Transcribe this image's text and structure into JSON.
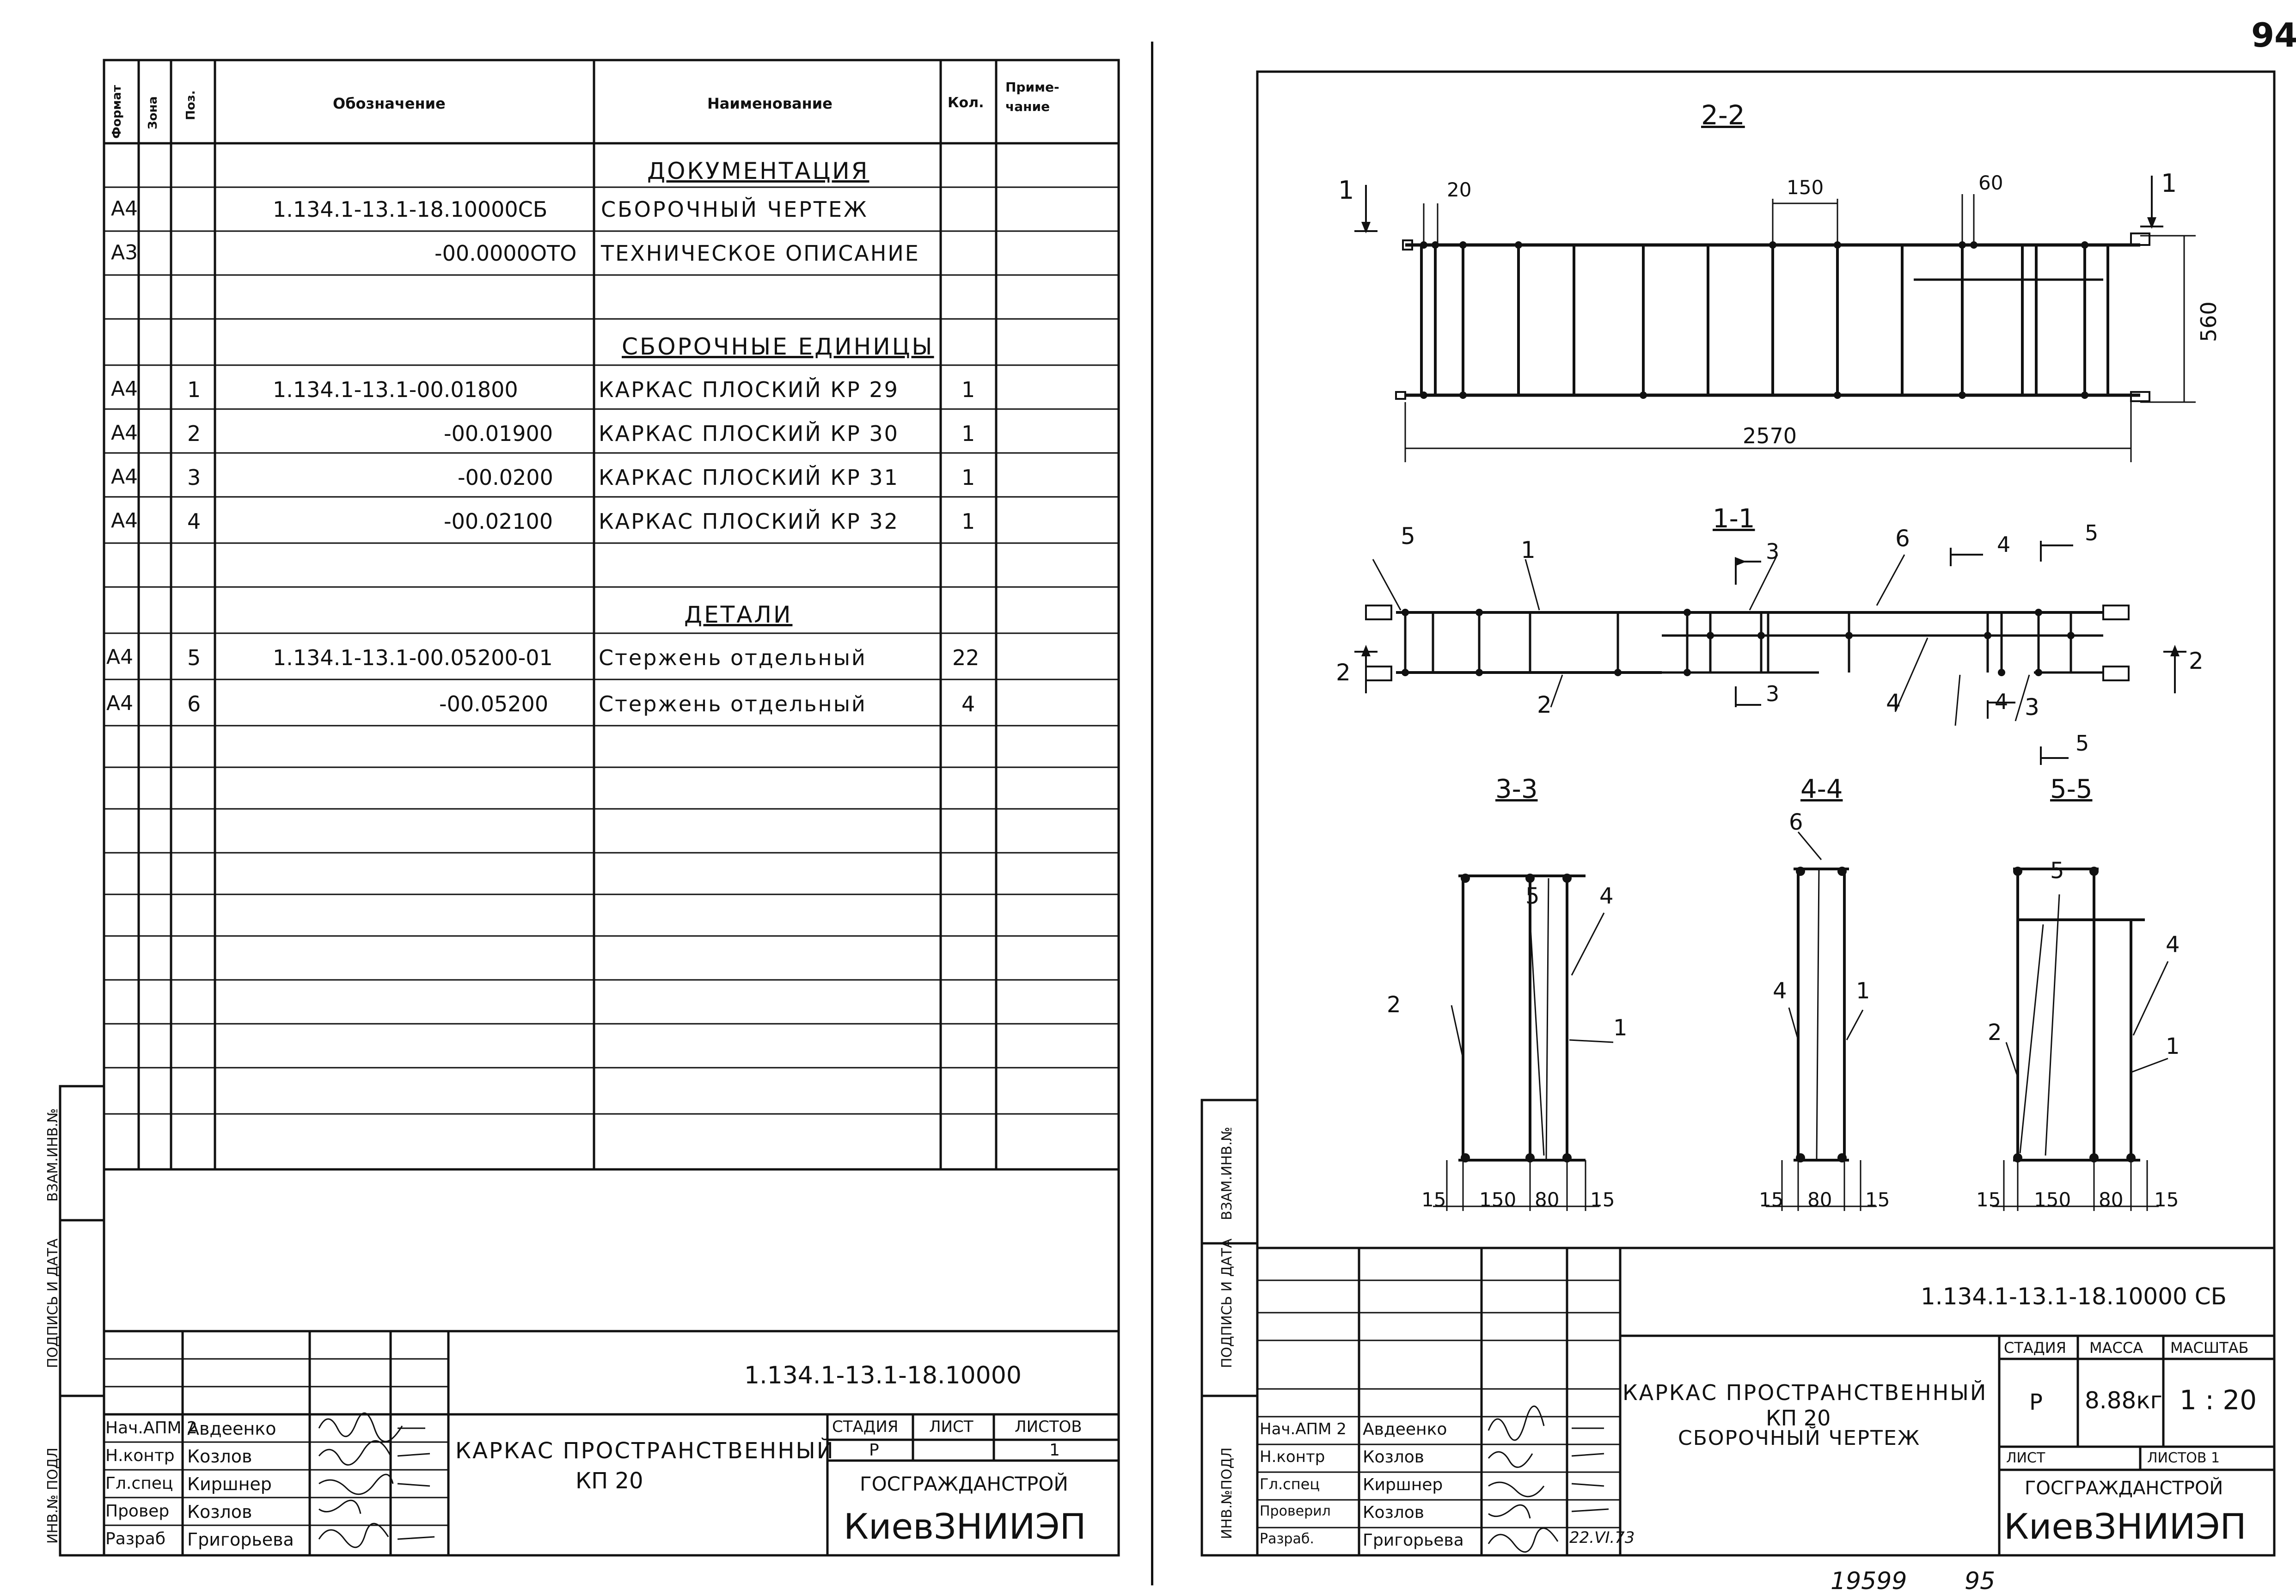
{
  "page_number": "94",
  "footer_numbers": [
    "19599",
    "95"
  ],
  "spec": {
    "headers": {
      "format": "Формат",
      "zone": "Зона",
      "pos": "Поз.",
      "designation": "Обозначение",
      "name": "Наименование",
      "qty": "Кол.",
      "note": "Приме-\nчание"
    },
    "section_documentation": "ДОКУМЕНТАЦИЯ",
    "section_assemblies": "СБОРОЧНЫЕ ЕДИНИЦЫ",
    "section_details": "ДЕТАЛИ",
    "doc_rows": [
      {
        "format": "A4",
        "pos": "",
        "designation": "1.134.1-13.1-18.10000СБ",
        "name": "СБОРОЧНЫЙ ЧЕРТЕЖ",
        "qty": ""
      },
      {
        "format": "A3",
        "pos": "",
        "designation": "-00.0000ОТО",
        "name": "ТЕХНИЧЕСКОЕ ОПИСАНИЕ",
        "qty": ""
      }
    ],
    "assembly_rows": [
      {
        "format": "A4",
        "pos": "1",
        "designation": "1.134.1-13.1-00.01800",
        "name": "КАРКАС ПЛОСКИЙ КР 29",
        "qty": "1"
      },
      {
        "format": "A4",
        "pos": "2",
        "designation": "-00.01900",
        "name": "КАРКАС ПЛОСКИЙ КР 30",
        "qty": "1"
      },
      {
        "format": "A4",
        "pos": "3",
        "designation": "-00.0200",
        "name": "КАРКАС ПЛОСКИЙ КР 31",
        "qty": "1"
      },
      {
        "format": "A4",
        "pos": "4",
        "designation": "-00.02100",
        "name": "КАРКАС ПЛОСКИЙ КР 32",
        "qty": "1"
      }
    ],
    "detail_rows": [
      {
        "format": "A4",
        "pos": "5",
        "designation": "1.134.1-13.1-00.05200-01",
        "name": "Стержень отдельный",
        "qty": "22"
      },
      {
        "format": "A4",
        "pos": "6",
        "designation": "-00.05200",
        "name": "Стержень отдельный",
        "qty": "4"
      }
    ],
    "side_labels": [
      "ИНВ.№ ПОДЛ",
      "ПОДПИСЬ И ДАТА",
      "ВЗАМ.ИНВ.№"
    ],
    "title_block": {
      "code": "1.134.1-13.1-18.10000",
      "title_line1": "КАРКАС ПРОСТРАНСТВЕННЫЙ",
      "title_line2": "КП 20",
      "stage_label": "СТАДИЯ",
      "sheet_label": "ЛИСТ",
      "sheets_label": "ЛИСТОВ",
      "stage": "Р",
      "sheets": "1",
      "org1": "ГОСГРАЖДАНСТРОЙ",
      "org2": "КиевЗНИИЭП",
      "roles": [
        "Нач.АПМ 2",
        "Н.контр",
        "Гл.спец",
        "Провер",
        "Разраб"
      ],
      "people": [
        "Авдеенко",
        "Козлов",
        "Киршнер",
        "Козлов",
        "Григорьева"
      ]
    }
  },
  "drawing": {
    "sections": {
      "s22": "2-2",
      "s11": "1-1",
      "s33": "3-3",
      "s44": "4-4",
      "s55": "5-5"
    },
    "dims_top": {
      "d20": "20",
      "d150": "150",
      "d60": "60",
      "height": "560",
      "length": "2570"
    },
    "dims_bottom": {
      "d15": "15",
      "d150": "150",
      "d80": "80"
    },
    "cut_marks": {
      "one": "1",
      "two": "2",
      "three": "3",
      "four": "4",
      "five": "5"
    },
    "callouts": [
      "1",
      "2",
      "3",
      "4",
      "5",
      "6"
    ],
    "side_labels": [
      "ИНВ.№ПОДЛ",
      "ПОДПИСЬ И ДАТА",
      "ВЗАМ.ИНВ.№"
    ],
    "title_block": {
      "code": "1.134.1-13.1-18.10000 СБ",
      "title_line1": "КАРКАС ПРОСТРАНСТВЕННЫЙ",
      "title_line2": "КП 20",
      "title_line3": "СБОРОЧНЫЙ ЧЕРТЕЖ",
      "stage_label": "СТАДИЯ",
      "mass_label": "МАССА",
      "scale_label": "МАСШТАБ",
      "stage": "Р",
      "mass": "8.88кг",
      "scale": "1 : 20",
      "sheet_label": "ЛИСТ",
      "sheets_label": "ЛИСТОВ 1",
      "org1": "ГОСГРАЖДАНСТРОЙ",
      "org2": "КиевЗНИИЭП",
      "roles": [
        "Нач.АПМ 2",
        "Н.контр",
        "Гл.спец",
        "Проверил",
        "Разраб."
      ],
      "people": [
        "Авдеенко",
        "Козлов",
        "Киршнер",
        "Козлов",
        "Григорьева"
      ],
      "date": "22.VI.73"
    }
  }
}
